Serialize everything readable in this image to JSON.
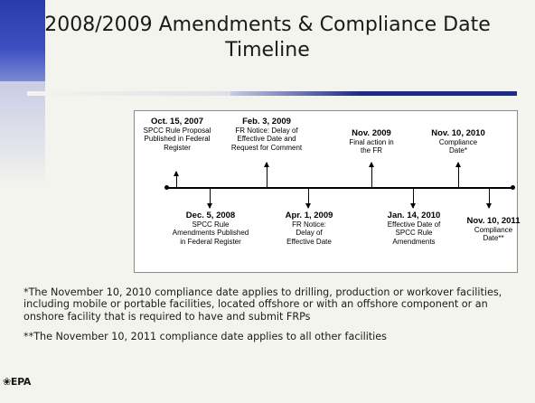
{
  "slide": {
    "title_line1": "2008/2009 Amendments & Compliance Date",
    "title_line2": "Timeline"
  },
  "timeline": {
    "above": [
      {
        "date": "Oct. 15, 2007",
        "text": [
          "SPCC Rule Proposal",
          "Published in Federal",
          "Register"
        ]
      },
      {
        "date": "Feb. 3, 2009",
        "text": [
          "FR Notice: Delay of",
          "Effective Date and",
          "Request for Comment"
        ]
      },
      {
        "date": "Nov. 2009",
        "text": [
          "Final action in",
          "the FR"
        ]
      },
      {
        "date": "Nov. 10, 2010",
        "text": [
          "Compliance",
          "Date*"
        ]
      }
    ],
    "below": [
      {
        "date": "Dec. 5, 2008",
        "text": [
          "SPCC Rule",
          "Amendments Published",
          "in Federal Register"
        ]
      },
      {
        "date": "Apr. 1, 2009",
        "text": [
          "FR Notice:",
          "Delay of",
          "Effective Date"
        ]
      },
      {
        "date": "Jan. 14, 2010",
        "text": [
          "Effective Date of",
          "SPCC Rule",
          "Amendments"
        ]
      },
      {
        "date": "Nov. 10, 2011",
        "text": [
          "Compliance",
          "Date**"
        ]
      }
    ]
  },
  "notes": {
    "note1": "*The November 10, 2010 compliance date applies to drilling, production or workover facilities, including mobile or portable facilities, located offshore or with an offshore component or an onshore facility that is required to have and submit FRPs",
    "note2": "**The November 10, 2011 compliance date applies to all other facilities"
  },
  "logo": {
    "text": "EPA",
    "icon": "epa-logo-icon"
  }
}
